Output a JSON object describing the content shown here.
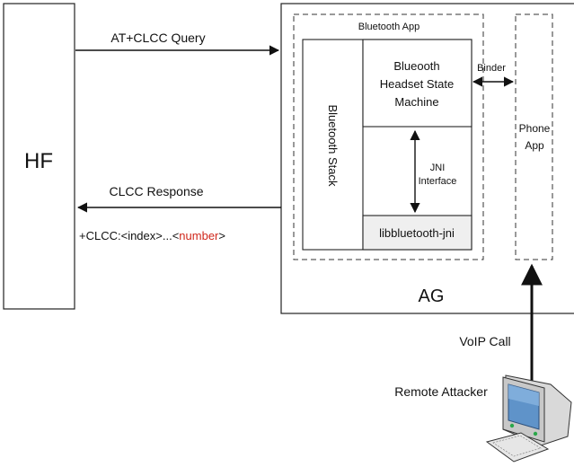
{
  "hf": {
    "label": "HF"
  },
  "ag": {
    "label": "AG"
  },
  "bluetooth_app": {
    "label": "Bluetooth App"
  },
  "bluetooth_stack": {
    "label": "Bluetooth Stack"
  },
  "state_machine": {
    "line1": "Blueooth",
    "line2": "Headset State",
    "line3": "Machine"
  },
  "libbluetooth": {
    "label": "libbluetooth-jni"
  },
  "jni": {
    "line1": "JNI",
    "line2": "Interface"
  },
  "binder": {
    "label": "Binder"
  },
  "phone_app": {
    "line1": "Phone",
    "line2": "App"
  },
  "query": {
    "label": "AT+CLCC Query"
  },
  "response": {
    "label": "CLCC Response"
  },
  "clcc_format": {
    "prefix": "+CLCC:<index>...<",
    "highlight": "number",
    "suffix": ">",
    "highlight_color": "#d0281c"
  },
  "voip": {
    "label": "VoIP Call"
  },
  "attacker": {
    "label": "Remote Attacker",
    "icon": "computer-icon"
  }
}
